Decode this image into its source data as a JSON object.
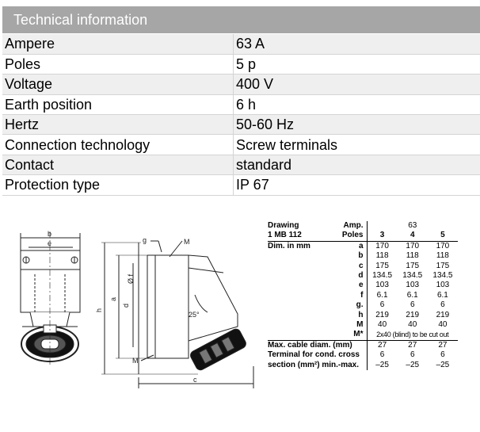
{
  "header": {
    "title": "Technical information"
  },
  "spec_rows": [
    {
      "label": "Ampere",
      "value": "63 A"
    },
    {
      "label": "Poles",
      "value": "5 p"
    },
    {
      "label": "Voltage",
      "value": "400 V"
    },
    {
      "label": "Earth position",
      "value": "6 h"
    },
    {
      "label": "Hertz",
      "value": "50-60 Hz"
    },
    {
      "label": "Connection technology",
      "value": "Screw terminals"
    },
    {
      "label": "Contact",
      "value": "standard"
    },
    {
      "label": "Protection type",
      "value": " IP 67"
    }
  ],
  "drawing_labels": {
    "b": "b",
    "e": "e",
    "g": "g",
    "M": "M",
    "f": "Ø f",
    "d": "d",
    "a": "a",
    "h": "h",
    "angle": "25°",
    "M2": "M",
    "c": "c"
  },
  "dim_table": {
    "drawing_label": "Drawing",
    "drawing_value": "1 MB 112",
    "amp_label": "Amp.",
    "amp_value": "63",
    "poles_label": "Poles",
    "poles": [
      "3",
      "4",
      "5"
    ],
    "dim_label": "Dim. in mm",
    "rows": [
      {
        "key": "a",
        "values": [
          "170",
          "170",
          "170"
        ]
      },
      {
        "key": "b",
        "values": [
          "118",
          "118",
          "118"
        ]
      },
      {
        "key": "c",
        "values": [
          "175",
          "175",
          "175"
        ]
      },
      {
        "key": "d",
        "values": [
          "134.5",
          "134.5",
          "134.5"
        ]
      },
      {
        "key": "e",
        "values": [
          "103",
          "103",
          "103"
        ]
      },
      {
        "key": "f",
        "values": [
          "6.1",
          "6.1",
          "6.1"
        ]
      },
      {
        "key": "g.",
        "values": [
          "6",
          "6",
          "6"
        ]
      },
      {
        "key": "h",
        "values": [
          "219",
          "219",
          "219"
        ]
      },
      {
        "key": "M",
        "values": [
          "40",
          "40",
          "40"
        ]
      }
    ],
    "mstar_key": "M*",
    "mstar_text": "2x40 (blind) to be cut out",
    "cable_label": "Max. cable diam. (mm)",
    "cable_values": [
      "27",
      "27",
      "27"
    ],
    "terminal_label_1": "Terminal for cond. cross",
    "terminal_values": [
      "6",
      "6",
      "6"
    ],
    "terminal_label_2": "section (mm²) min.-max.",
    "section_values": [
      "–25",
      "–25",
      "–25"
    ]
  }
}
